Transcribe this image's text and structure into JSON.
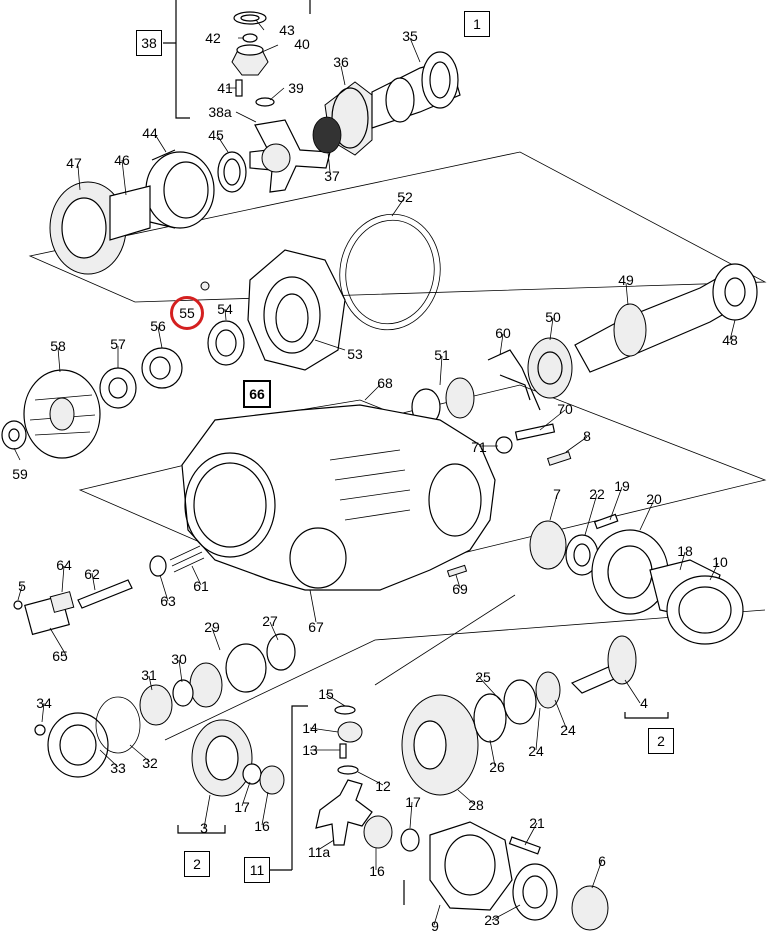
{
  "highlight": {
    "target_label": "55",
    "color": "#d42020"
  },
  "boxed_labels": [
    {
      "id": "box-1",
      "text": "1"
    },
    {
      "id": "box-38",
      "text": "38"
    },
    {
      "id": "box-66",
      "text": "66"
    },
    {
      "id": "box-2-right",
      "text": "2"
    },
    {
      "id": "box-2-left",
      "text": "2"
    },
    {
      "id": "box-11",
      "text": "11"
    }
  ],
  "part_labels": {
    "l43": "43",
    "l42": "42",
    "l40": "40",
    "l41": "41",
    "l39": "39",
    "l38a": "38a",
    "l36": "36",
    "l35": "35",
    "l37": "37",
    "l44": "44",
    "l45": "45",
    "l47": "47",
    "l46": "46",
    "l52": "52",
    "l53": "53",
    "l54": "54",
    "l55": "55",
    "l56": "56",
    "l57": "57",
    "l58": "58",
    "l59": "59",
    "l49": "49",
    "l48": "48",
    "l50": "50",
    "l60": "60",
    "l51": "51",
    "l68": "68",
    "l70": "70",
    "l71": "71",
    "l8": "8",
    "l7": "7",
    "l22": "22",
    "l19": "19",
    "l20": "20",
    "l18": "18",
    "l10": "10",
    "l69": "69",
    "l67": "67",
    "l5": "5",
    "l64": "64",
    "l62": "62",
    "l65": "65",
    "l63": "63",
    "l61": "61",
    "l29": "29",
    "l27": "27",
    "l31": "31",
    "l30": "30",
    "l34": "34",
    "l33": "33",
    "l32": "32",
    "l25": "25",
    "l4": "4",
    "l24a": "24",
    "l24b": "24",
    "l26": "26",
    "l28": "28",
    "l15": "15",
    "l14": "14",
    "l13": "13",
    "l12": "12",
    "l17a": "17",
    "l17b": "17",
    "l16a": "16",
    "l16b": "16",
    "l11a": "11a",
    "l3": "3",
    "l21": "21",
    "l6": "6",
    "l9": "9",
    "l23": "23"
  }
}
